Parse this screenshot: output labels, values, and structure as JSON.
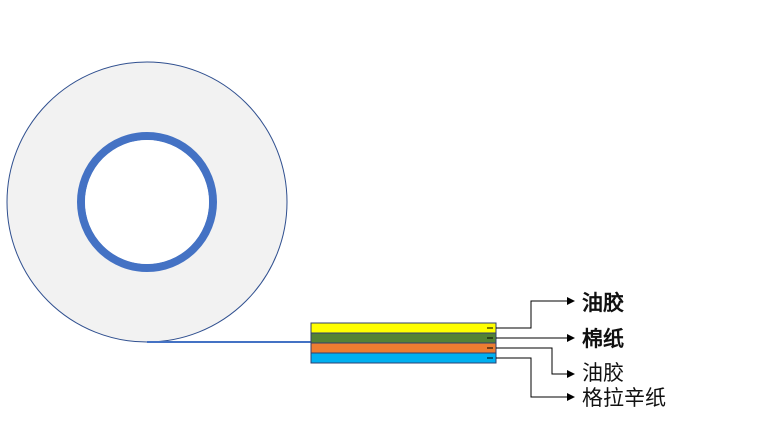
{
  "labels": {
    "layer1": "油胶",
    "layer2": "棉纸",
    "layer3": "油胶",
    "layer4": "格拉辛纸"
  },
  "colors": {
    "roll_fill": "#f2f2f2",
    "roll_outline": "#2f4f8f",
    "core": "#4472c4",
    "tape_line": "#4472c4",
    "layer1": "#ffff00",
    "layer2": "#548235",
    "layer3": "#ed7d31",
    "layer4": "#00b0f0",
    "leader": "#000000"
  }
}
